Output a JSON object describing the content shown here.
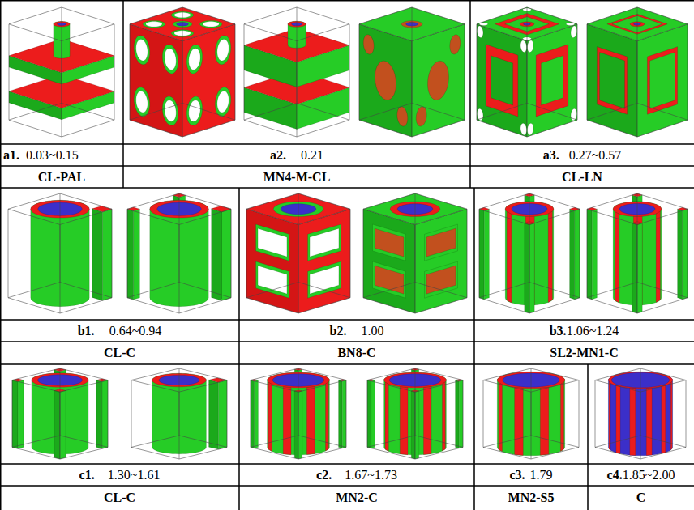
{
  "diagram": {
    "labels": [
      "a1.",
      "0.03~0.15",
      "CL-PAL",
      "a2.",
      "0.21",
      "MN4-M-CL",
      "a3.",
      "0.27~0.57",
      "CL-LN",
      "b1.",
      "0.64~0.94",
      "CL-C",
      "b2.",
      "1.00",
      "BN8-C",
      "b3.",
      "1.06~1.24",
      "SL2-MN1-C",
      "c1.",
      "1.30~1.61",
      "CL-C",
      "c2.",
      "1.67~1.73",
      "MN2-C",
      "c3.",
      "1.79",
      "MN2-S5",
      "c4.",
      "1.85~2.00",
      "C"
    ]
  }
}
